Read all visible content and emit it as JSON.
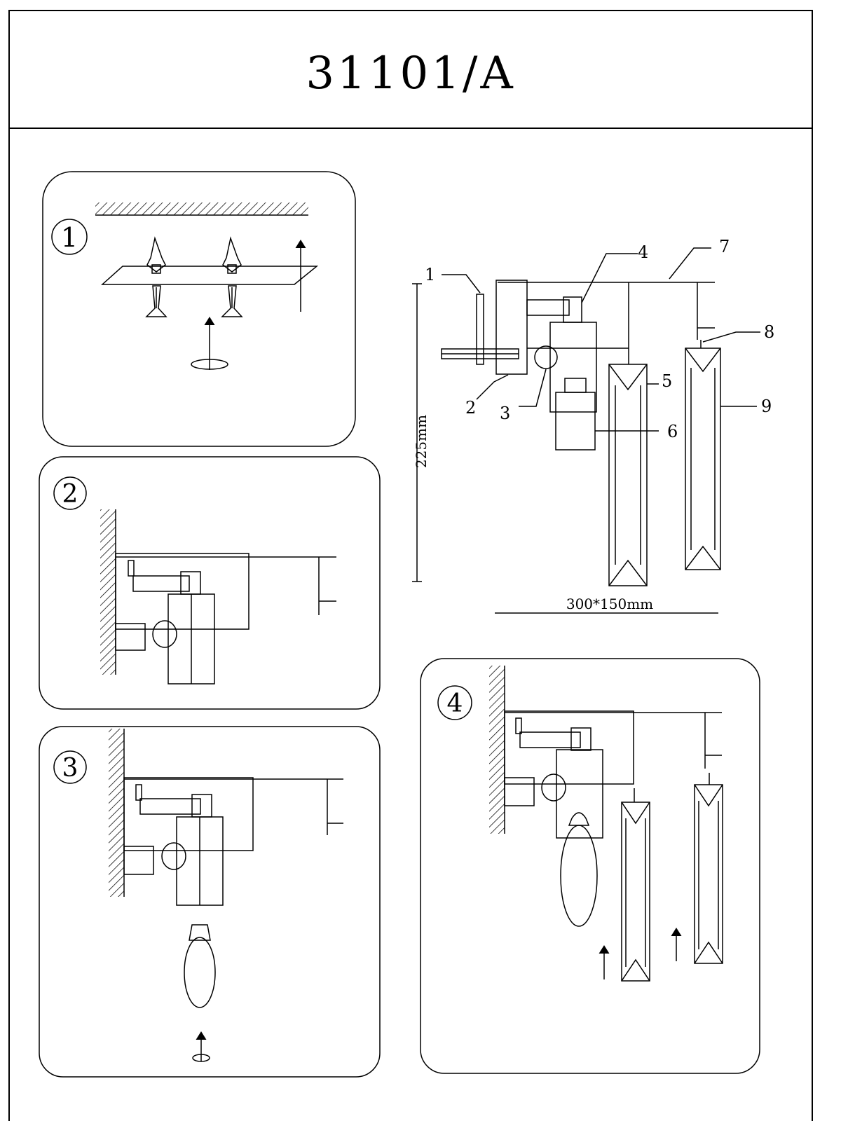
{
  "title": "31101/A",
  "steps": [
    {
      "number": "1"
    },
    {
      "number": "2"
    },
    {
      "number": "3"
    },
    {
      "number": "4"
    }
  ],
  "main_diagram": {
    "height_label": "225mm",
    "size_label": "300*150mm",
    "callouts": [
      "1",
      "2",
      "3",
      "4",
      "5",
      "6",
      "7",
      "8",
      "9"
    ]
  }
}
